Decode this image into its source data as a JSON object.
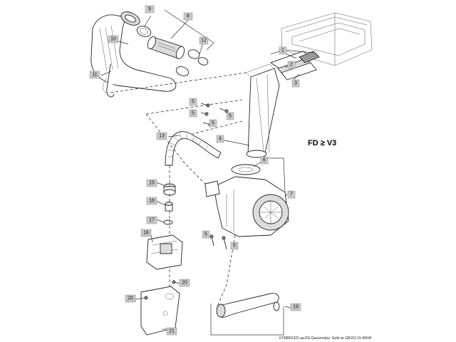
{
  "variant_label": "FD ≥ V3",
  "doc_reference": "6738891321.aa.RS-Gasarmatur. Gebl.se GB162.15-45kW",
  "callouts": {
    "c1": "1",
    "c2": "2",
    "c3": "3",
    "c4": "4",
    "c5a": "5",
    "c5b": "5",
    "c5c": "5",
    "c5d": "5",
    "c5e": "5",
    "c5f": "5",
    "c6": "6",
    "c7": "7",
    "c8": "8",
    "c9": "9",
    "c10": "10",
    "c11": "11",
    "c12": "12",
    "c13": "13",
    "c15": "15",
    "c16": "16",
    "c17": "17",
    "c18": "18",
    "c19": "19",
    "c20a": "20",
    "c20b": "20",
    "c21": "21"
  },
  "colors": {
    "callout_fill": "#c9c9c9",
    "line": "#222222"
  }
}
